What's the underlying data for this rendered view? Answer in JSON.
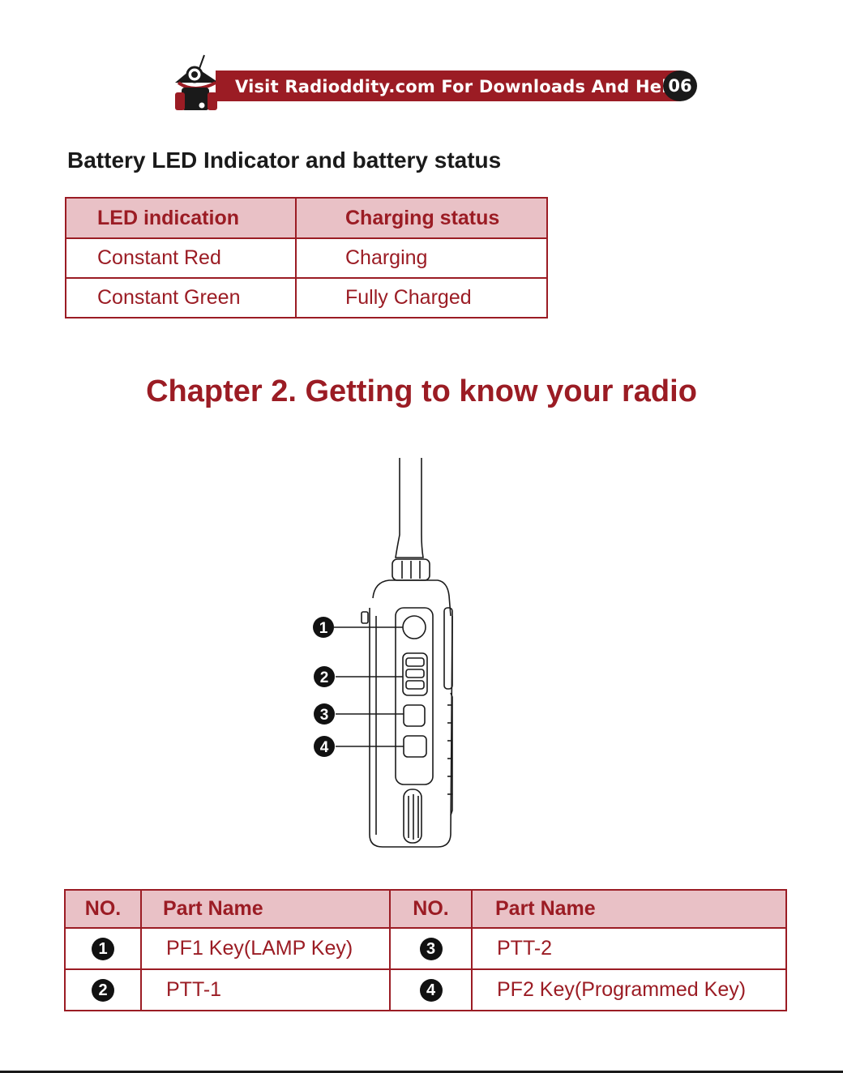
{
  "banner": {
    "text": "Visit Radioddity.com For Downloads And Help",
    "page_number": "06",
    "mascot_icon": "radioddity-mascot-icon",
    "brand_color": "#9b1c24"
  },
  "battery_section": {
    "title": "Battery LED Indicator and battery status",
    "headers": [
      "LED indication",
      "Charging status"
    ],
    "rows": [
      [
        "Constant Red",
        "Charging"
      ],
      [
        "Constant Green",
        "Fully Charged"
      ]
    ]
  },
  "chapter_title": "Chapter 2. Getting to know your radio",
  "diagram": {
    "callouts": [
      "1",
      "2",
      "3",
      "4"
    ]
  },
  "parts_table": {
    "headers": [
      "NO.",
      "Part Name",
      "NO.",
      "Part Name"
    ],
    "rows": [
      {
        "no1": "1",
        "name1": "PF1 Key(LAMP Key)",
        "no2": "3",
        "name2": "PTT-2"
      },
      {
        "no1": "2",
        "name1": "PTT-1",
        "no2": "4",
        "name2": "PF2 Key(Programmed Key)"
      }
    ]
  },
  "colors": {
    "accent": "#9b1c24",
    "header_fill": "#e9c1c6"
  }
}
